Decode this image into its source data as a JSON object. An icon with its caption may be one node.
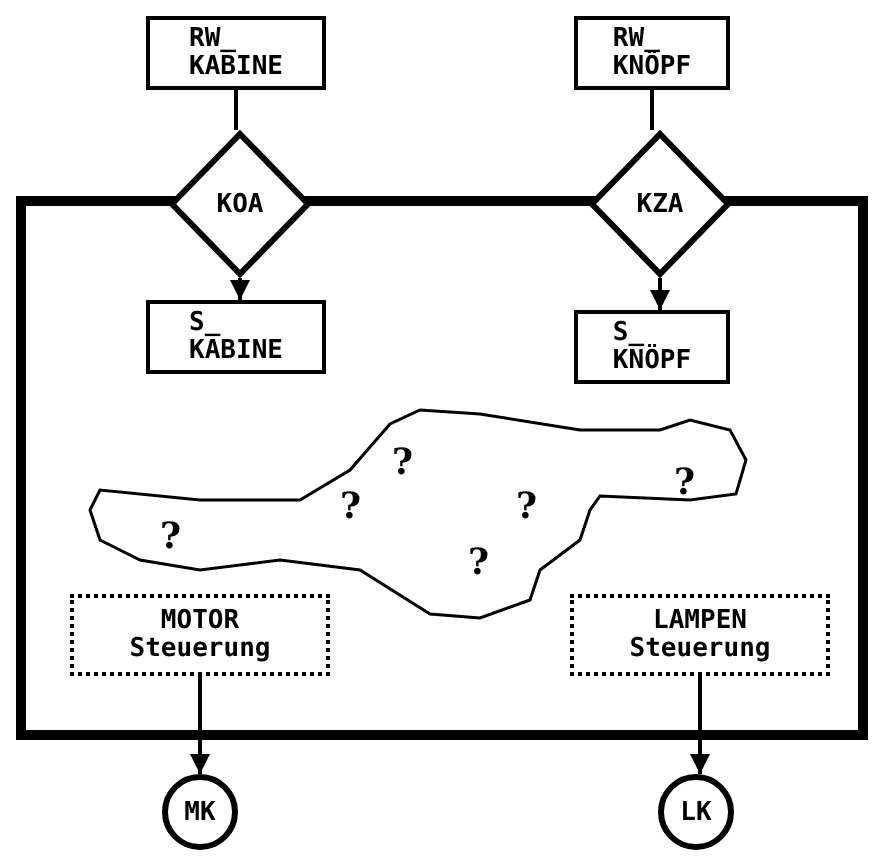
{
  "diagram": {
    "nodes": [
      {
        "text": [
          "RW_ KABINE"
        ]
      },
      {
        "text": [
          "RW_ KNÖPF"
        ]
      },
      {
        "text": [
          "KOA"
        ]
      },
      {
        "text": [
          "KZA"
        ]
      },
      {
        "text": [],
        "shape": "box"
      },
      {
        "text": [
          "S_ KABINE"
        ],
        "in": 4
      },
      {
        "text": [
          "S_ KNÖPF"
        ],
        "in": 4
      },
      {
        "text": [
          "?",
          "?",
          "?",
          "?",
          "?",
          "?"
        ],
        "in": 4
      },
      {
        "text": [
          "MOTOR Steuerung"
        ],
        "in": 4
      },
      {
        "text": [
          "LAMPEN Steuerung"
        ],
        "in": 4
      },
      {
        "text": [
          "MK"
        ]
      },
      {
        "text": [
          "LK"
        ]
      }
    ],
    "edges": [
      {
        "from": 0,
        "to": 2,
        "arrow": "none"
      },
      {
        "from": 1,
        "to": 3,
        "arrow": "none"
      },
      {
        "from": 2,
        "to": 5,
        "arrow": "to"
      },
      {
        "from": 3,
        "to": 6,
        "arrow": "to"
      },
      {
        "from": 8,
        "to": 10,
        "arrow": "to"
      },
      {
        "from": 9,
        "to": 11,
        "arrow": "to"
      }
    ]
  }
}
